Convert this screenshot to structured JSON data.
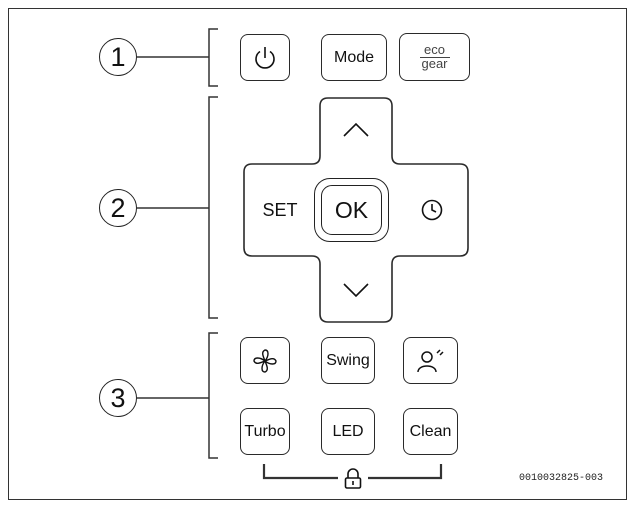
{
  "callouts": {
    "one": "1",
    "two": "2",
    "three": "3"
  },
  "group1": {
    "power_icon": "power-icon",
    "mode": "Mode",
    "eco_top": "eco",
    "eco_bottom": "gear"
  },
  "group2": {
    "up_icon": "chevron-up-icon",
    "set": "SET",
    "ok": "OK",
    "timer_icon": "clock-icon",
    "down_icon": "chevron-down-icon"
  },
  "group3": {
    "fan_icon": "fan-icon",
    "swing": "Swing",
    "follow_me_icon": "person-sensor-icon",
    "turbo": "Turbo",
    "led": "LED",
    "clean": "Clean",
    "lock_icon": "padlock-icon"
  },
  "doc_id": "0010032825-003"
}
